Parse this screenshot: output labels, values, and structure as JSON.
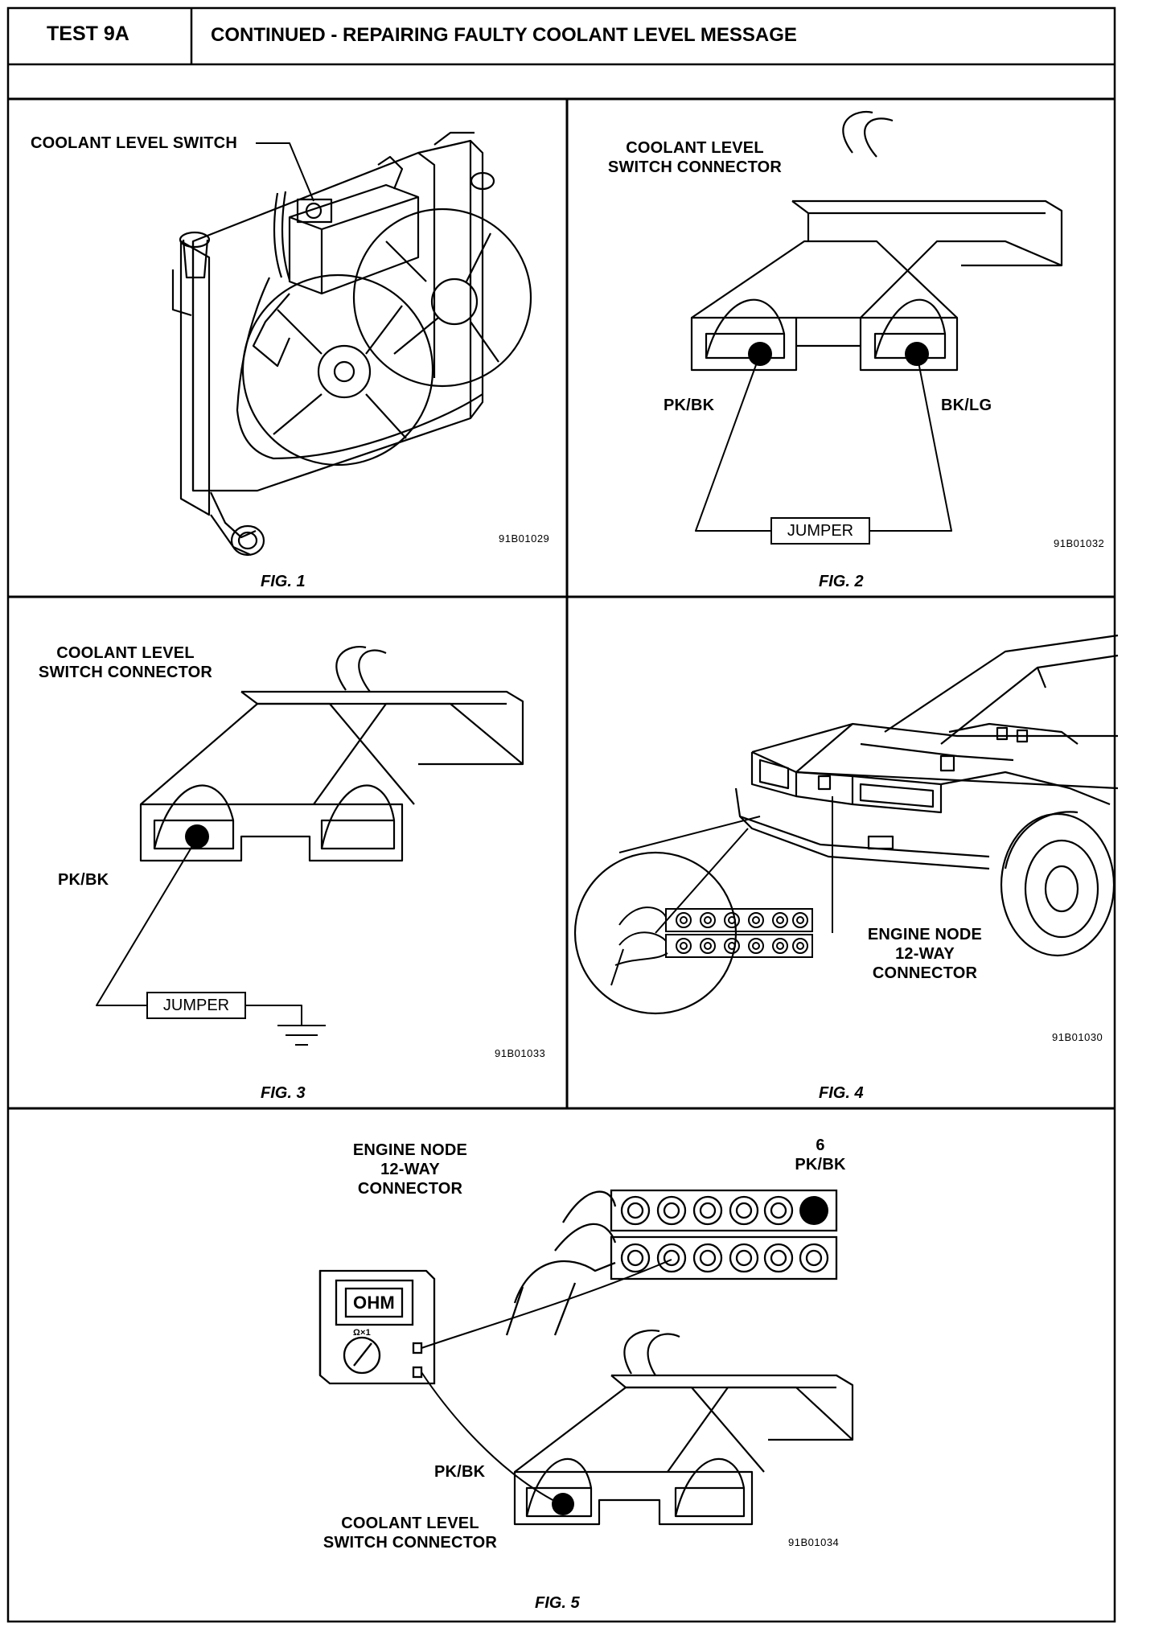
{
  "header": {
    "test_label": "TEST 9A",
    "title": "CONTINUED - REPAIRING FAULTY COOLANT LEVEL MESSAGE"
  },
  "fig1": {
    "caption": "FIG. 1",
    "label": "COOLANT LEVEL SWITCH",
    "code": "91B01029"
  },
  "fig2": {
    "caption": "FIG. 2",
    "label_line1": "COOLANT LEVEL",
    "label_line2": "SWITCH CONNECTOR",
    "wire_left": "PK/BK",
    "wire_right": "BK/LG",
    "jumper": "JUMPER",
    "code": "91B01032"
  },
  "fig3": {
    "caption": "FIG. 3",
    "label_line1": "COOLANT LEVEL",
    "label_line2": "SWITCH CONNECTOR",
    "wire": "PK/BK",
    "jumper": "JUMPER",
    "code": "91B01033"
  },
  "fig4": {
    "caption": "FIG. 4",
    "label_line1": "ENGINE NODE",
    "label_line2": "12-WAY",
    "label_line3": "CONNECTOR",
    "code": "91B01030"
  },
  "fig5": {
    "caption": "FIG. 5",
    "node_line1": "ENGINE NODE",
    "node_line2": "12-WAY",
    "node_line3": "CONNECTOR",
    "pin_number": "6",
    "pin_wire": "PK/BK",
    "meter_display": "OHM",
    "meter_range": "Ω×1",
    "wire": "PK/BK",
    "switch_line1": "COOLANT LEVEL",
    "switch_line2": "SWITCH CONNECTOR",
    "code": "91B01034"
  }
}
